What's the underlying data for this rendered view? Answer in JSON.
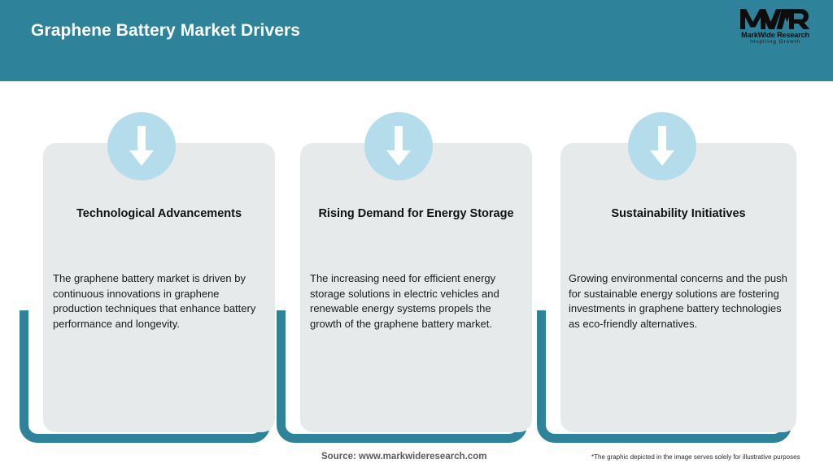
{
  "header": {
    "title": "Graphene Battery Market Drivers",
    "background_color": "#2E8299",
    "title_color": "#FFFFFF"
  },
  "logo": {
    "mark": "MWR",
    "name": "MarkWide Research",
    "tagline": "Inspiring Growth"
  },
  "cards": [
    {
      "icon": "down-arrow-icon",
      "title": "Technological Advancements",
      "body": "The graphene battery market is driven by continuous innovations in graphene production techniques that enhance battery performance and longevity."
    },
    {
      "icon": "down-arrow-icon",
      "title": "Rising Demand for Energy Storage",
      "body": "The increasing need for efficient energy storage solutions in electric vehicles and renewable energy systems propels the growth of the graphene battery market."
    },
    {
      "icon": "down-arrow-icon",
      "title": "Sustainability Initiatives",
      "body": "Growing environmental concerns and the push for sustainable energy solutions are fostering investments in graphene battery technologies as eco-friendly alternatives."
    }
  ],
  "footer": {
    "source": "Source: www.markwideresearch.com",
    "disclaimer": "*The graphic depicted in the image serves solely for illustrative purposes"
  },
  "colors": {
    "accent_teal": "#2E8299",
    "card_grey": "#E6EAEB",
    "badge_blue": "#B5DCEA"
  }
}
